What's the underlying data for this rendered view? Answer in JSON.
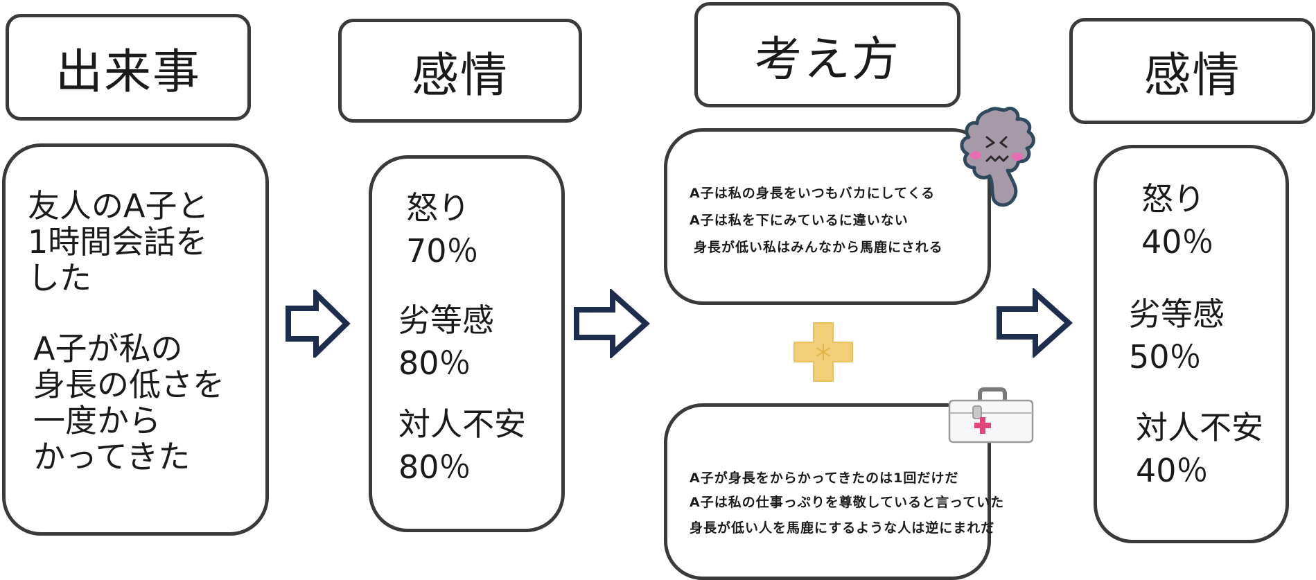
{
  "headers": {
    "event": "出来事",
    "emotion_before": "感情",
    "thinking": "考え方",
    "emotion_after": "感情"
  },
  "event": {
    "line1": "友人のA子と",
    "line2": "1時間会話を",
    "line3": "した",
    "line4": "A子が私の",
    "line5": "身長の低さを",
    "line6": "一度から",
    "line7": "かってきた"
  },
  "emotions_before": [
    {
      "label": "怒り",
      "value": "70％"
    },
    {
      "label": "劣等感",
      "value": "80％"
    },
    {
      "label": "対人不安",
      "value": "80％"
    }
  ],
  "negative_thoughts": [
    "A子は私の身長をいつもバカにしてくる",
    "A子は私を下にみているに違いない",
    "身長が低い私はみんなから馬鹿にされる"
  ],
  "balanced_thoughts": [
    "A子が身長をからかってきたのは1回だけだ",
    "A子は私の仕事っぷりを尊敬していると言っていた",
    "身長が低い人を馬鹿にするような人は逆にまれだ"
  ],
  "emotions_after": [
    {
      "label": "怒り",
      "value": "40％"
    },
    {
      "label": "劣等感",
      "value": "50％"
    },
    {
      "label": "対人不安",
      "value": "40％"
    }
  ],
  "colors": {
    "border": "#3a3a3a",
    "arrow": "#1e2d4d",
    "plus": "#f0cf78",
    "virus": "#a79aa8",
    "firstaid_cross": "#e2457a"
  },
  "icons": {
    "arrow": "right-arrow-icon",
    "plus": "plus-icon",
    "negative": "sad-germ-icon",
    "balanced": "first-aid-kit-icon"
  }
}
